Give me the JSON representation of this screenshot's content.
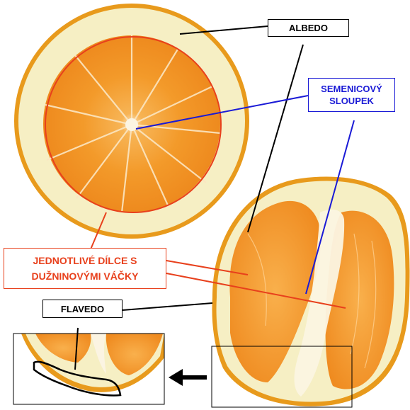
{
  "labels": {
    "albedo": "ALBEDO",
    "seed_column": [
      "SEMENICOVÝ",
      "SLOUPEK"
    ],
    "segments": [
      "JEDNOTLIVÉ DÍLCE S",
      "DUŽNINOVÝMI VÁČKY"
    ],
    "flavedo": "FLAVEDO"
  },
  "colors": {
    "albedo_label": "#000000",
    "seed_column_label": "#1a1ad6",
    "segments_label": "#e8401c",
    "flavedo_label": "#000000",
    "peel_flavedo": "#e89a1c",
    "peel_albedo": "#f6efc4",
    "pulp": "#f39a2a",
    "pulp_light": "#f7b455",
    "center_pith": "#fbf4e2"
  },
  "icons": {
    "arrow": "left-arrow-icon"
  }
}
